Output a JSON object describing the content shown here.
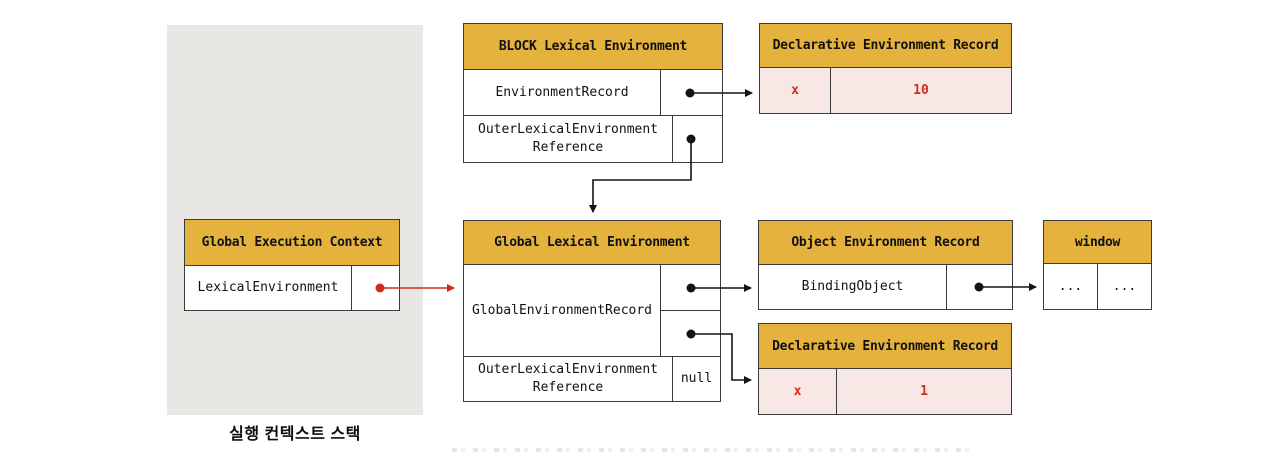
{
  "colors": {
    "gold": "#E6B23E",
    "pink": "#F8E8E5",
    "red": "#D22B1F",
    "stack_bg": "#E9E7E4",
    "border": "#3A3A3A"
  },
  "stack": {
    "caption": "실행 컨텍스트 스택"
  },
  "tables": {
    "gec": {
      "title": "Global Execution Context",
      "lexical_env": "LexicalEnvironment"
    },
    "block_env": {
      "title": "BLOCK Lexical Environment",
      "env_record": "EnvironmentRecord",
      "outer_ref": "OuterLexicalEnvironment Reference"
    },
    "der_block": {
      "title": "Declarative Environment Record",
      "key": "x",
      "value": "10"
    },
    "gle": {
      "title": "Global Lexical Environment",
      "env_record": "GlobalEnvironmentRecord",
      "outer_ref": "OuterLexicalEnvironment Reference",
      "outer_value": "null"
    },
    "oer": {
      "title": "Object Environment Record",
      "binding_object": "BindingObject"
    },
    "window_obj": {
      "title": "window",
      "cell1": "...",
      "cell2": "..."
    },
    "der_global": {
      "title": "Declarative Environment Record",
      "key": "x",
      "value": "1"
    }
  }
}
